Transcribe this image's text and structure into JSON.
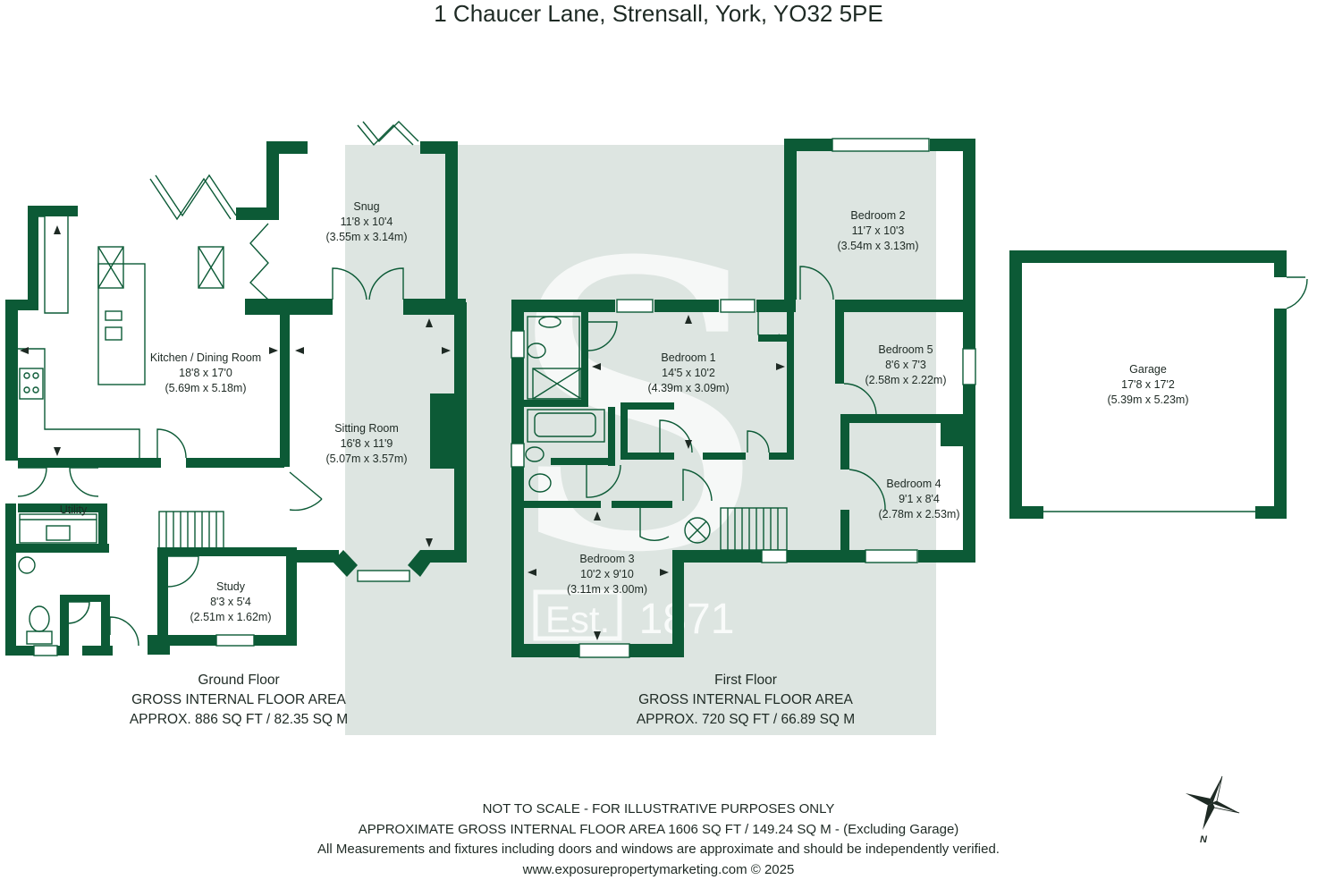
{
  "title": "1 Chaucer Lane, Strensall, York, YO32 5PE",
  "colors": {
    "wall": "#0c5a36",
    "shade": "#dde5e1",
    "fixture": "#0c5a36",
    "text": "#1e2a24"
  },
  "rooms": {
    "snug": {
      "name": "Snug",
      "imperial": "11'8 x 10'4",
      "metric": "(3.55m x 3.14m)"
    },
    "kitchen": {
      "name": "Kitchen / Dining Room",
      "imperial": "18'8 x 17'0",
      "metric": "(5.69m x 5.18m)"
    },
    "sitting": {
      "name": "Sitting Room",
      "imperial": "16'8 x 11'9",
      "metric": "(5.07m x 3.57m)"
    },
    "utility": {
      "name": "Utility"
    },
    "study": {
      "name": "Study",
      "imperial": "8'3 x 5'4",
      "metric": "(2.51m x 1.62m)"
    },
    "bedroom1": {
      "name": "Bedroom 1",
      "imperial": "14'5 x 10'2",
      "metric": "(4.39m x 3.09m)"
    },
    "bedroom2": {
      "name": "Bedroom 2",
      "imperial": "11'7 x 10'3",
      "metric": "(3.54m x 3.13m)"
    },
    "bedroom3": {
      "name": "Bedroom 3",
      "imperial": "10'2 x 9'10",
      "metric": "(3.11m x 3.00m)"
    },
    "bedroom4": {
      "name": "Bedroom 4",
      "imperial": "9'1 x 8'4",
      "metric": "(2.78m x 2.53m)"
    },
    "bedroom5": {
      "name": "Bedroom 5",
      "imperial": "8'6 x 7'3",
      "metric": "(2.58m x 2.22m)"
    },
    "garage": {
      "name": "Garage",
      "imperial": "17'8 x 17'2",
      "metric": "(5.39m x 5.23m)"
    }
  },
  "ground_floor": {
    "name": "Ground Floor",
    "line1": "GROSS INTERNAL FLOOR AREA",
    "line2": "APPROX. 886 SQ FT / 82.35 SQ M"
  },
  "first_floor": {
    "name": "First Floor",
    "line1": "GROSS INTERNAL FLOOR AREA",
    "line2": "APPROX. 720 SQ FT / 66.89 SQ M"
  },
  "footer": {
    "line1": "NOT TO SCALE - FOR ILLUSTRATIVE PURPOSES ONLY",
    "line2": "APPROXIMATE GROSS INTERNAL FLOOR AREA 1606 SQ FT / 149.24 SQ M - (Excluding Garage)",
    "line3": "All Measurements and fixtures including doors and windows are approximate and should be independently verified.",
    "line4": "www.exposurepropertymarketing.com © 2025"
  },
  "watermark": {
    "est": "Est.",
    "year": "1871",
    "letter": "S"
  },
  "compass": {
    "north": "N",
    "icon": "north-arrow-icon"
  }
}
